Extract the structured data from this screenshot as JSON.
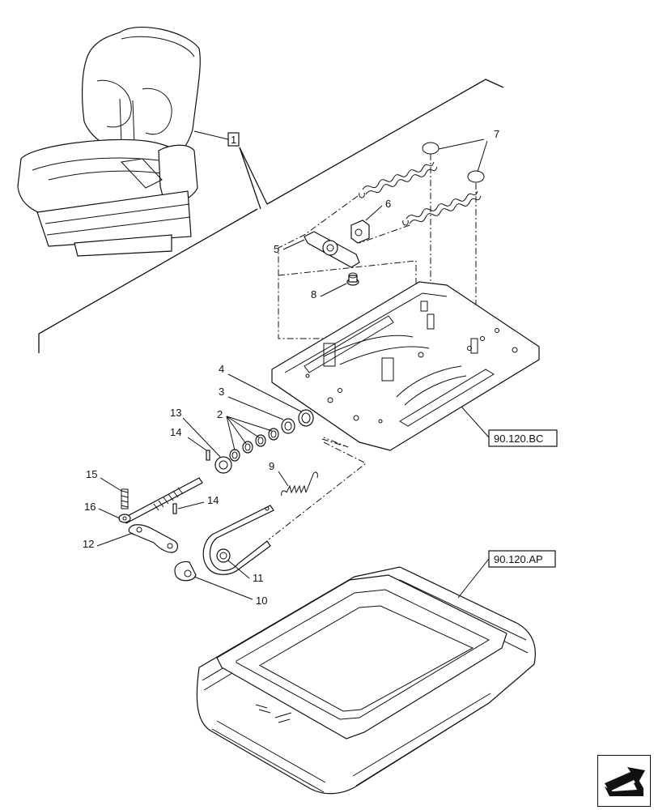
{
  "diagram": {
    "callouts": {
      "c1": "1",
      "c2": "2",
      "c3": "3",
      "c4": "4",
      "c5": "5",
      "c6": "6",
      "c7": "7",
      "c8": "8",
      "c9": "9",
      "c10": "10",
      "c11": "11",
      "c12": "12",
      "c13": "13",
      "c14a": "14",
      "c14b": "14",
      "c15": "15",
      "c16": "16"
    },
    "references": {
      "frame": "90.120.BC",
      "cushion": "90.120.AP"
    },
    "icons": {
      "nav": "next-page-arrow-icon"
    }
  }
}
